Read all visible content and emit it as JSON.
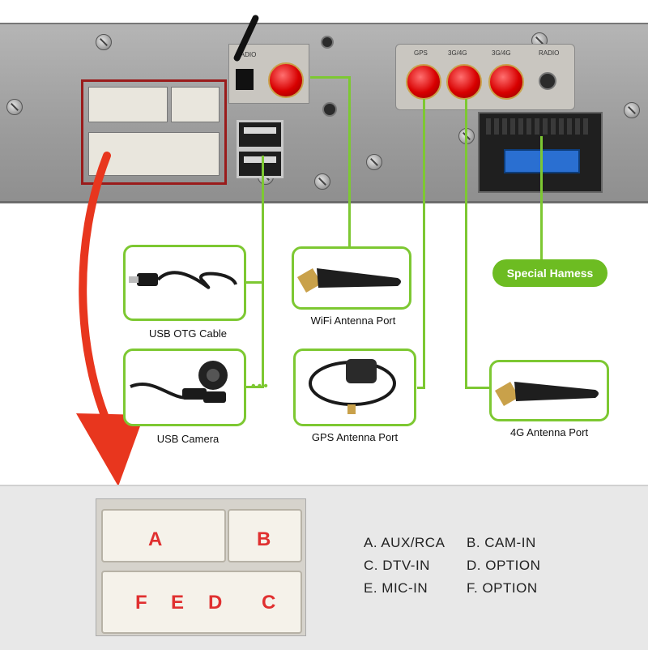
{
  "panel": {
    "radio_label": "RADIO",
    "antenna_tags": [
      "GPS",
      "3G/4G",
      "3G/4G",
      "RADIO"
    ]
  },
  "items": {
    "usb_otg": "USB OTG Cable",
    "usb_camera": "USB Camera",
    "wifi": "WiFi Antenna Port",
    "gps": "GPS Antenna Port",
    "lte": "4G Antenna Port",
    "harness": "Special Hamess",
    "dots": "•••"
  },
  "connector": {
    "letters": [
      "A",
      "B",
      "F",
      "E",
      "D",
      "C"
    ]
  },
  "legend": {
    "a": "A. AUX/RCA",
    "b": "B. CAM-IN",
    "c": "C. DTV-IN",
    "d": "D. OPTION",
    "e": "E. MIC-IN",
    "f": "F. OPTION"
  },
  "colors": {
    "accent_green": "#7dc832",
    "arrow_red": "#e8361e",
    "pin_letter_red": "#e03030"
  },
  "icons": [
    "screw-icon",
    "usb-port-icon",
    "antenna-connector-icon",
    "red-curved-arrow"
  ]
}
